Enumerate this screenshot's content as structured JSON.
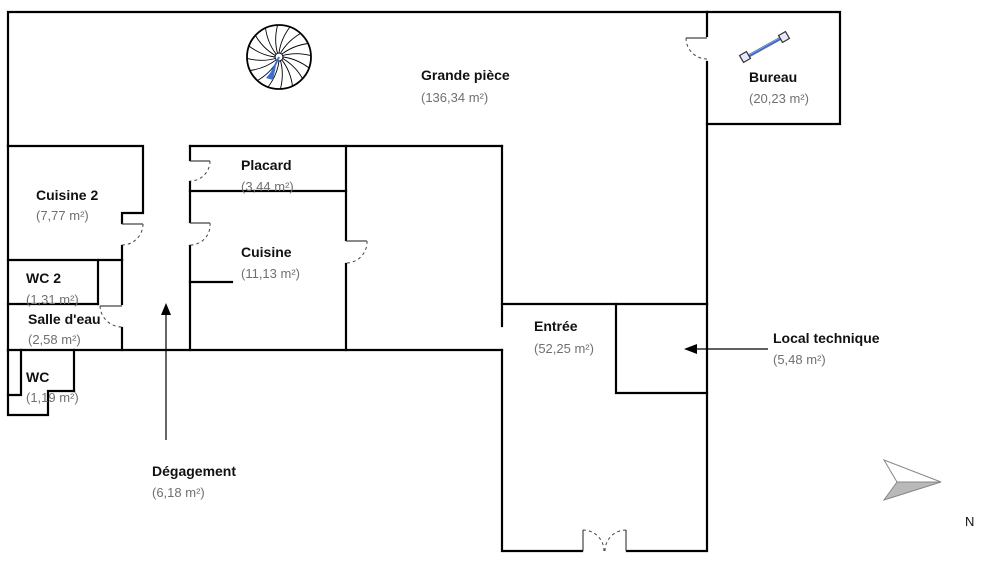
{
  "plan": {
    "rooms": [
      {
        "id": "grande-piece",
        "name": "Grande pièce",
        "area": "(136,34 m²)"
      },
      {
        "id": "bureau",
        "name": "Bureau",
        "area": "(20,23 m²)"
      },
      {
        "id": "placard",
        "name": "Placard",
        "area": "(3,44 m²)"
      },
      {
        "id": "cuisine-2",
        "name": "Cuisine 2",
        "area": "(7,77 m²)"
      },
      {
        "id": "cuisine",
        "name": "Cuisine",
        "area": "(11,13 m²)"
      },
      {
        "id": "wc-2",
        "name": "WC 2",
        "area": "(1,31 m²)"
      },
      {
        "id": "salle-deau",
        "name": "Salle d'eau",
        "area": "(2,58 m²)"
      },
      {
        "id": "wc",
        "name": "WC",
        "area": "(1,19 m²)"
      },
      {
        "id": "entree",
        "name": "Entrée",
        "area": "(52,25 m²)"
      },
      {
        "id": "local-technique",
        "name": "Local technique",
        "area": "(5,48 m²)"
      },
      {
        "id": "degagement",
        "name": "Dégagement",
        "area": "(6,18 m²)"
      }
    ],
    "compass_label": "N",
    "colors": {
      "wall": "#000000",
      "area_text": "#707070",
      "stair_accent": "#3b6fd6",
      "compass": "#b9b9b9"
    }
  }
}
